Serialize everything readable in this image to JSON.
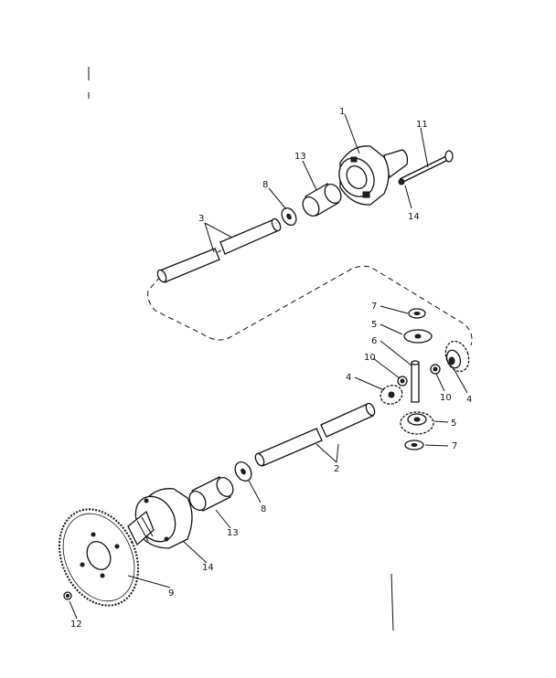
{
  "labels": {
    "p1": "1",
    "p11": "11",
    "p13_top": "13",
    "p8_top": "8",
    "p14_top": "14",
    "p3": "3",
    "p7_top": "7",
    "p5_top": "5",
    "p6": "6",
    "p10_left": "10",
    "p10_right": "10",
    "p4_left": "4",
    "p4_right": "4",
    "p5_bottom": "5",
    "p7_bottom": "7",
    "p2": "2",
    "p8_bottom": "8",
    "p13_bottom": "13",
    "p14_bottom": "14",
    "p9": "9",
    "p12": "12"
  }
}
